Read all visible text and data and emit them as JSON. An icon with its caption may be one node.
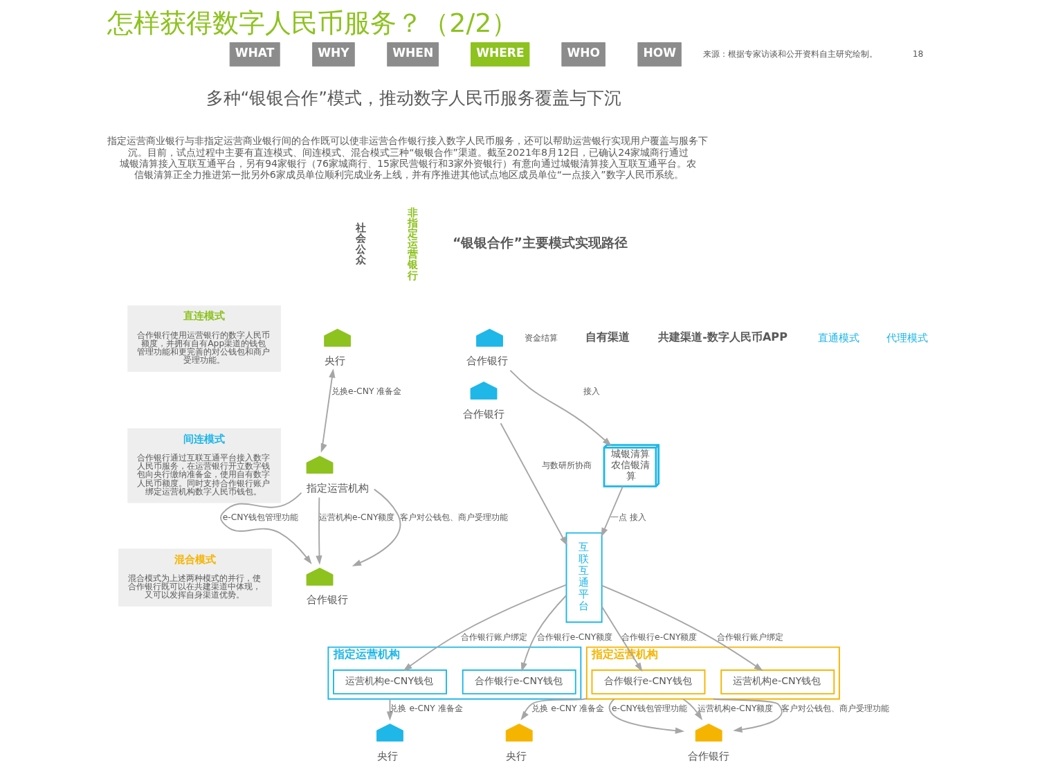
{
  "diagram": {
    "title": "怎样获得数字人民币服务？（2/2）",
    "nodes": [
      {
        "text": [
          "直连模式",
          "合作银行使用运营银行的数字人民币额度，并拥有自有App渠道的钱包管理功能和更完善的对公钱包和商户受理功能。"
        ]
      },
      {
        "text": [
          "间连模式",
          "合作银行通过互联互通平台接入数字人民币服务，在运营银行开立数字钱包向央行缴纳准备金，使用自有数字人民币额度。同时支持合作银行账户绑定运营机构数字人民币钱包。"
        ]
      },
      {
        "text": [
          "混合模式",
          "混合模式为上述两种模式的并行，使合作银行既可以在共建渠道中体现，又可以发挥自身渠道优势。"
        ]
      },
      {
        "text": [
          "央行"
        ]
      },
      {
        "text": [
          "指定运营机构"
        ]
      },
      {
        "text": [
          "合作银行"
        ]
      },
      {
        "text": [
          "央行"
        ]
      },
      {
        "text": [
          "指定运营机构"
        ]
      },
      {
        "text": [
          "运营机构e-CNY钱包"
        ],
        "in": 7
      },
      {
        "text": [
          "合作银行e-CNY钱包"
        ],
        "in": 7
      },
      {
        "text": [
          "互联互通平台"
        ]
      },
      {
        "text": [
          "合作银行"
        ]
      },
      {
        "text": [
          "城银清算农信银清算"
        ]
      },
      {
        "text": [
          "合作银行"
        ]
      },
      {
        "text": [
          "央行"
        ]
      },
      {
        "text": [
          "指定运营机构"
        ]
      },
      {
        "text": [
          "合作银行e-CNY钱包"
        ],
        "in": 15
      },
      {
        "text": [
          "运营机构e-CNY钱包"
        ],
        "in": 15
      },
      {
        "text": [
          "合作银行"
        ]
      }
    ],
    "edges": [
      {
        "from": 3,
        "to": 4,
        "arrow": "both",
        "label": "兑换e-CNY 准备金"
      },
      {
        "from": 4,
        "to": 5,
        "arrow": "to",
        "label": "e-CNY钱包管理功能"
      },
      {
        "from": 4,
        "to": 5,
        "arrow": "to",
        "label": "运营机构e-CNY额度"
      },
      {
        "from": 4,
        "to": 5,
        "arrow": "to",
        "label": "客户对公钱包、商户受理功能"
      },
      {
        "from": 7,
        "to": 6,
        "arrow": "to",
        "label": "兑换 e-CNY 准备金"
      },
      {
        "from": 10,
        "to": 8,
        "arrow": "to",
        "label": "合作银行账户绑定"
      },
      {
        "from": 10,
        "to": 9,
        "arrow": "to",
        "label": "合作银行e-CNY额度"
      },
      {
        "from": 11,
        "to": 10,
        "arrow": "to",
        "label": "与数研所协商"
      },
      {
        "from": 12,
        "to": 10,
        "arrow": "to",
        "label": "一点 接入"
      },
      {
        "from": 13,
        "to": 12,
        "arrow": "to",
        "label": "接入"
      },
      {
        "from": 15,
        "to": 14,
        "arrow": "to",
        "label": "兑换 e-CNY 准备金"
      },
      {
        "from": 10,
        "to": 16,
        "arrow": "to",
        "label": "合作银行e-CNY额度"
      },
      {
        "from": 10,
        "to": 17,
        "arrow": "to",
        "label": "合作银行账户绑定"
      },
      {
        "from": 15,
        "to": 18,
        "arrow": "to",
        "label": "e-CNY钱包管理功能"
      },
      {
        "from": 15,
        "to": 18,
        "arrow": "to",
        "label": "运营机构e-CNY额度"
      },
      {
        "from": 15,
        "to": 18,
        "arrow": "to",
        "label": "客户对公钱包、商户受理功能"
      }
    ],
    "labels": [
      "WHAT",
      "WHY",
      "WHEN",
      "WHERE",
      "WHO",
      "HOW",
      "多种“银银合作”模式，推动数字人民币服务覆盖与下沉",
      "指定运营商业银行与非指定运营商业银行间的合作既可以使非运营合作银行接入数字人民币服务，还可以帮助运营银行实现用户覆盖与服务下沉。目前，试点过程中主要有直连模式、间连模式、混合模式三种“银银合作”渠道。截至2021年8月12日，已确认24家城商行通过城银清算接入互联互通平台，另有94家银行（76家城商行、15家民营银行和3家外资银行）有意向通过城银清算接入互联互通平台。农信银清算正全力推进第一批另外6家成员单位顺利完成业务上线，并有序推进其他试点地区成员单位“一点接入”数字人民币系统。",
      "社会公众",
      "非指定运营银行",
      "“银银合作”主要模式实现路径",
      "资金结算",
      "自有渠道",
      "共建渠道-数字人民币APP",
      "直通模式",
      "代理模式",
      "来源：根据专家访谈和公开资料自主研究绘制。",
      "18"
    ]
  }
}
